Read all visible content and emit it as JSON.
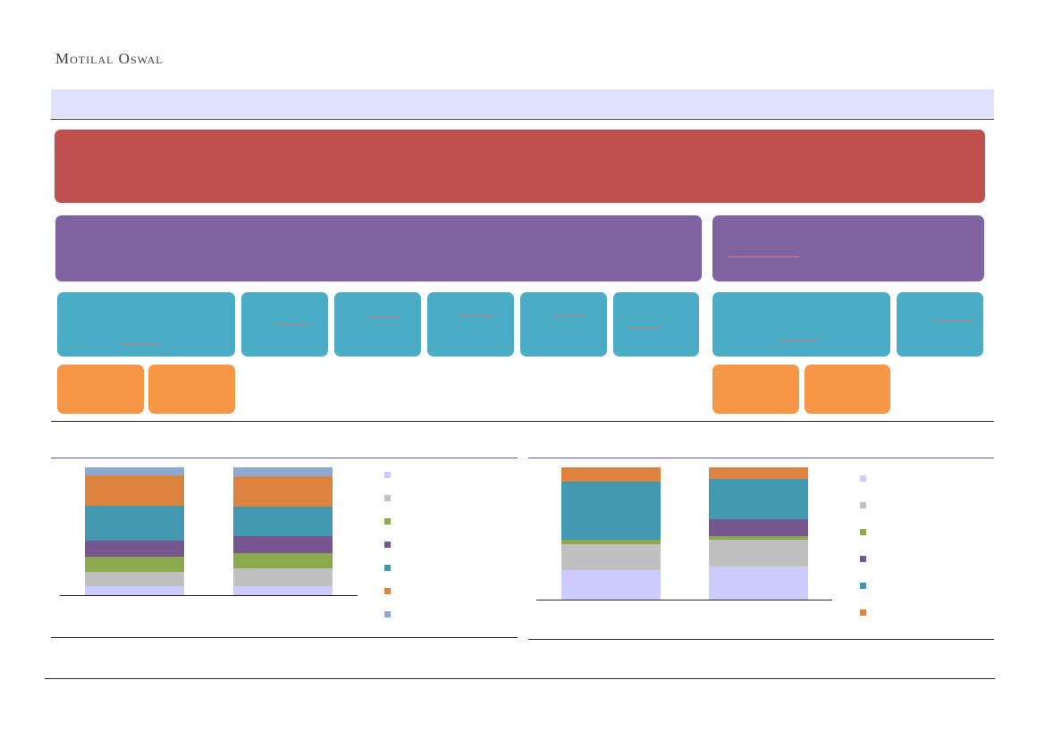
{
  "brand": {
    "logo_text": "Motilal Oswal"
  },
  "colors": {
    "header_band": "#e0e0ff",
    "tier1_box": "#c0504d",
    "tier2_box": "#8064a2",
    "tier3_box": "#4bacc6",
    "tier4_box": "#f79646"
  },
  "chart_data": [
    {
      "type": "bar",
      "stacked": true,
      "categories": [
        "",
        ""
      ],
      "series": [
        {
          "values": [
            7,
            7
          ],
          "color": "#ccccff"
        },
        {
          "values": [
            11,
            14
          ],
          "color": "#c0c0c0"
        },
        {
          "values": [
            12,
            12
          ],
          "color": "#8da94e"
        },
        {
          "values": [
            13,
            13
          ],
          "color": "#75568f"
        },
        {
          "values": [
            27,
            23
          ],
          "color": "#4198b0"
        },
        {
          "values": [
            24,
            24
          ],
          "color": "#dc843f"
        },
        {
          "values": [
            6,
            7
          ],
          "color": "#8ea9d2"
        }
      ],
      "legend": "right"
    },
    {
      "type": "bar",
      "stacked": true,
      "categories": [
        "",
        ""
      ],
      "series": [
        {
          "values": [
            22,
            25
          ],
          "color": "#ccccff"
        },
        {
          "values": [
            20,
            20
          ],
          "color": "#c0c0c0"
        },
        {
          "values": [
            3,
            3
          ],
          "color": "#8da94e"
        },
        {
          "values": [
            0,
            13
          ],
          "color": "#75568f"
        },
        {
          "values": [
            44,
            30
          ],
          "color": "#4198b0"
        },
        {
          "values": [
            11,
            9
          ],
          "color": "#dc843f"
        }
      ],
      "legend": "right"
    }
  ]
}
